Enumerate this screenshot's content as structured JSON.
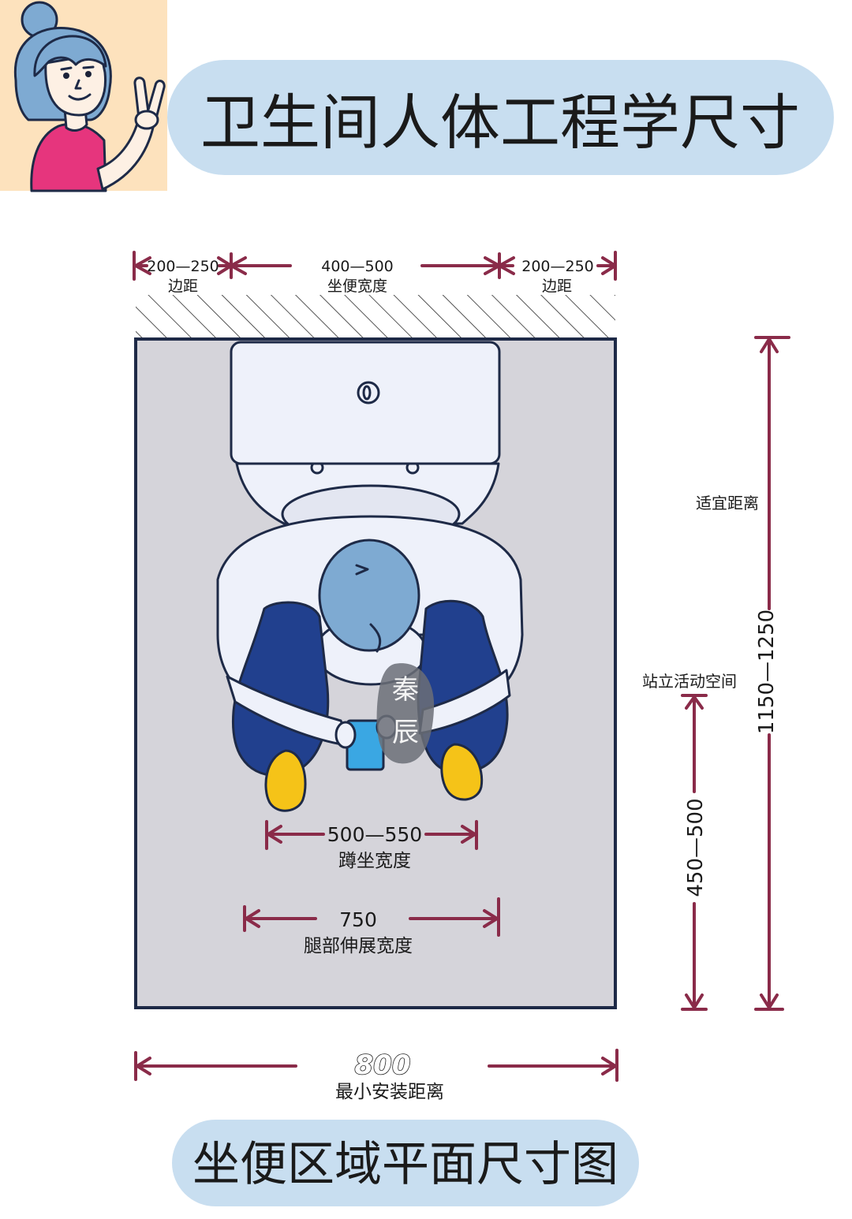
{
  "title": "卫生间人体工程学尺寸",
  "subtitle": "坐便区域平面尺寸图",
  "dimensions": {
    "side_left": {
      "value": "200—250",
      "label": "边距"
    },
    "toilet_width": {
      "value": "400—500",
      "label": "坐便宽度"
    },
    "side_right": {
      "value": "200—250",
      "label": "边距"
    },
    "squat_width": {
      "value": "500—550",
      "label": "蹲坐宽度"
    },
    "leg_width": {
      "value": "750",
      "label": "腿部伸展宽度"
    },
    "min_install": {
      "value": "800",
      "label": "最小安装距离"
    },
    "suitable_distance": {
      "value": "1150—1250",
      "label": "适宜距离"
    },
    "standing_space": {
      "value": "450—500",
      "label": "站立活动空间"
    }
  },
  "seal": {
    "chars": [
      "秦",
      "辰"
    ]
  },
  "colors": {
    "accent": "#8a2b49",
    "pill": "#c8def0",
    "floor": "#d5d4da",
    "outline": "#1e2a47",
    "fixture": "#eef1fa",
    "hair": "#7eaad2",
    "pants": "#21408e",
    "shoe": "#f5c318",
    "phone": "#3aa7e3",
    "girl_bg": "#fde2bd",
    "girl_shirt": "#e6357d"
  }
}
